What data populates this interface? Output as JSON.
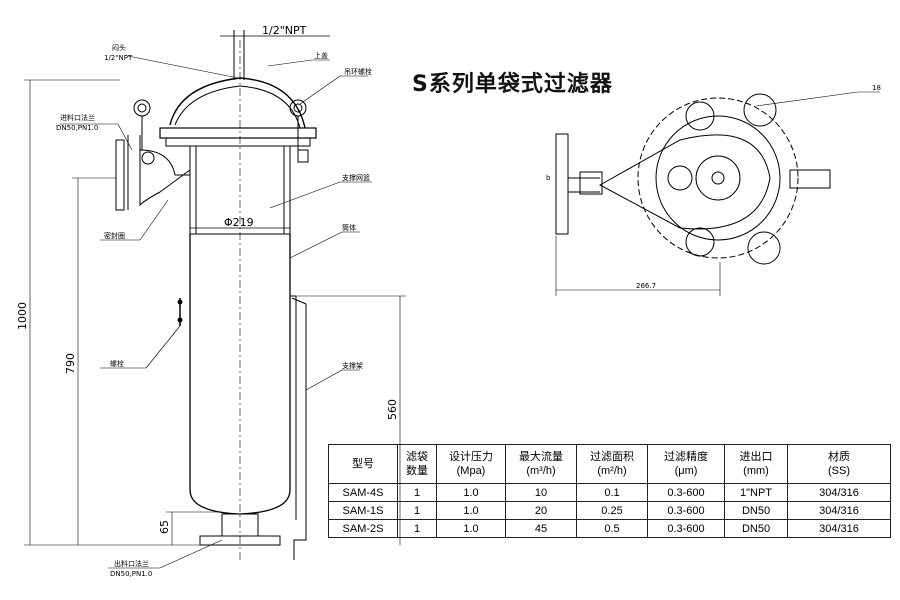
{
  "title": "S系列单袋式过滤器",
  "labels": {
    "gate_head": "闷头",
    "gate_head_spec": "1/2\"NPT",
    "top_npt": "1/2\"NPT",
    "top_cover": "上盖",
    "eye_bolt": "吊环螺栓",
    "inlet_flange": "进料口法兰",
    "inlet_flange_spec": "DN50,PN1.0",
    "support_basket": "支撑网篮",
    "seal_ring": "密封圈",
    "body": "筒体",
    "bolt": "螺栓",
    "support_frame": "支撑架",
    "outlet_flange": "出料口法兰",
    "outlet_flange_spec": "DN50,PN1.0",
    "dia": "Φ219",
    "dim_1000": "1000",
    "dim_790": "790",
    "dim_560": "560",
    "dim_65": "65",
    "top_b": "b",
    "top_18": "18",
    "top_266": "266.7"
  },
  "table": {
    "headers": [
      [
        "型号"
      ],
      [
        "滤袋",
        "数量"
      ],
      [
        "设计压力",
        "(Mpa)"
      ],
      [
        "最大流量",
        "(m³/h)"
      ],
      [
        "过滤面积",
        "(m²/h)"
      ],
      [
        "过滤精度",
        "(μm)"
      ],
      [
        "进出口",
        "(mm)"
      ],
      [
        "材质",
        "(SS)"
      ]
    ],
    "rows": [
      [
        "SAM-4S",
        "1",
        "1.0",
        "10",
        "0.1",
        "0.3-600",
        "1\"NPT",
        "304/316"
      ],
      [
        "SAM-1S",
        "1",
        "1.0",
        "20",
        "0.25",
        "0.3-600",
        "DN50",
        "304/316"
      ],
      [
        "SAM-2S",
        "1",
        "1.0",
        "45",
        "0.5",
        "0.3-600",
        "DN50",
        "304/316"
      ]
    ]
  }
}
